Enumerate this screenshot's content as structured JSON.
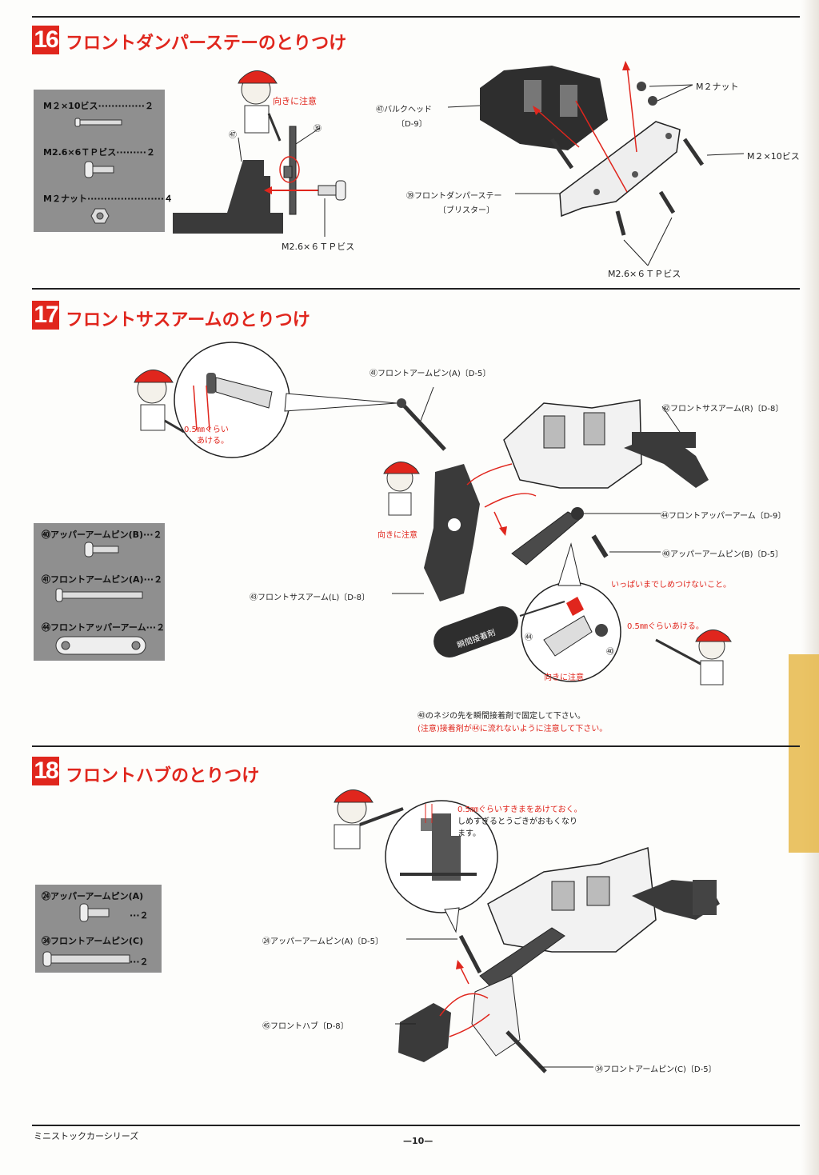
{
  "colors": {
    "accent": "#e0261d",
    "parts_box": "#8f8f8f",
    "ink": "#222222",
    "tape": "#e6b94a"
  },
  "step16": {
    "number": "16",
    "title": "フロントダンパーステーのとりつけ",
    "parts": [
      {
        "label": "M２×10ビス··············２",
        "icon": "screw-long-icon"
      },
      {
        "label": "M2.6×6ＴＰビス·········２",
        "icon": "screw-tp-icon"
      },
      {
        "label": "M２ナット·······················４",
        "icon": "nut-icon"
      }
    ],
    "left_diagram": {
      "caution": "向きに注意",
      "ref47": "㊼",
      "ref39": "㊴",
      "screw_label": "M2.6×６ＴＰビス"
    },
    "right_diagram": {
      "bulkhead": "㊼バルクヘッド",
      "bulkhead_ref": "〔D-9〕",
      "stay": "㊴フロントダンパーステー",
      "stay_ref": "〔ブリスター〕",
      "nut": "M２ナット",
      "screw_m2": "M２×10ビス",
      "screw_tp": "M2.6×６ＴＰビス"
    }
  },
  "step17": {
    "number": "17",
    "title": "フロントサスアームのとりつけ",
    "parts": [
      {
        "label": "㊵アッパーアームピン(B)···２",
        "icon": "pin-b-icon"
      },
      {
        "label": "㊶フロントアームピン(A)···２",
        "icon": "pin-a-icon"
      },
      {
        "label": "㊹フロントアッパーアーム···２",
        "icon": "upper-arm-icon"
      }
    ],
    "callouts": {
      "gap_top": "0.5㎜ぐらい",
      "gap_top2": "あける。",
      "pin_a": "㊶フロントアームピン(A)〔D-5〕",
      "arm_r": "㊷フロントサスアーム(R)〔D-8〕",
      "upper_arm": "㊹フロントアッパーアーム〔D-9〕",
      "pin_b": "㊵アッパーアームピン(B)〔D-5〕",
      "no_tighten": "いっぱいまでしめつけないこと。",
      "caution": "向きに注意",
      "arm_l": "㊸フロントサスアーム(L)〔D-8〕",
      "glue_label": "瞬間接着剤",
      "gap_bottom": "0.5㎜ぐらいあける。",
      "ref44": "㊹",
      "ref40": "㊵",
      "caution2": "向きに注意",
      "glue_note1": "㊵のネジの先を瞬間接着剤で固定して下さい。",
      "glue_note2": "(注意)接着剤が㊹に流れないように注意して下さい。"
    }
  },
  "step18": {
    "number": "18",
    "title": "フロントハブのとりつけ",
    "parts": [
      {
        "label": "㉔アッパーアームピン(A)",
        "qty": "···２",
        "icon": "pin-short-icon"
      },
      {
        "label": "㉞フロントアームピン(C)",
        "qty": "···２",
        "icon": "pin-long-icon"
      }
    ],
    "callouts": {
      "gap_note1": "0.5㎜ぐらいすきまをあけておく。",
      "gap_note2": "しめすぎるとうごきがおもくなり",
      "gap_note3": "ます。",
      "pin_a": "㉔アッパーアームピン(A)〔D-5〕",
      "hub": "㊺フロントハブ〔D-8〕",
      "pin_c": "㉞フロントアームピン(C)〔D-5〕"
    }
  },
  "footer": {
    "series": "ミニストックカーシリーズ",
    "page": "—10—"
  }
}
